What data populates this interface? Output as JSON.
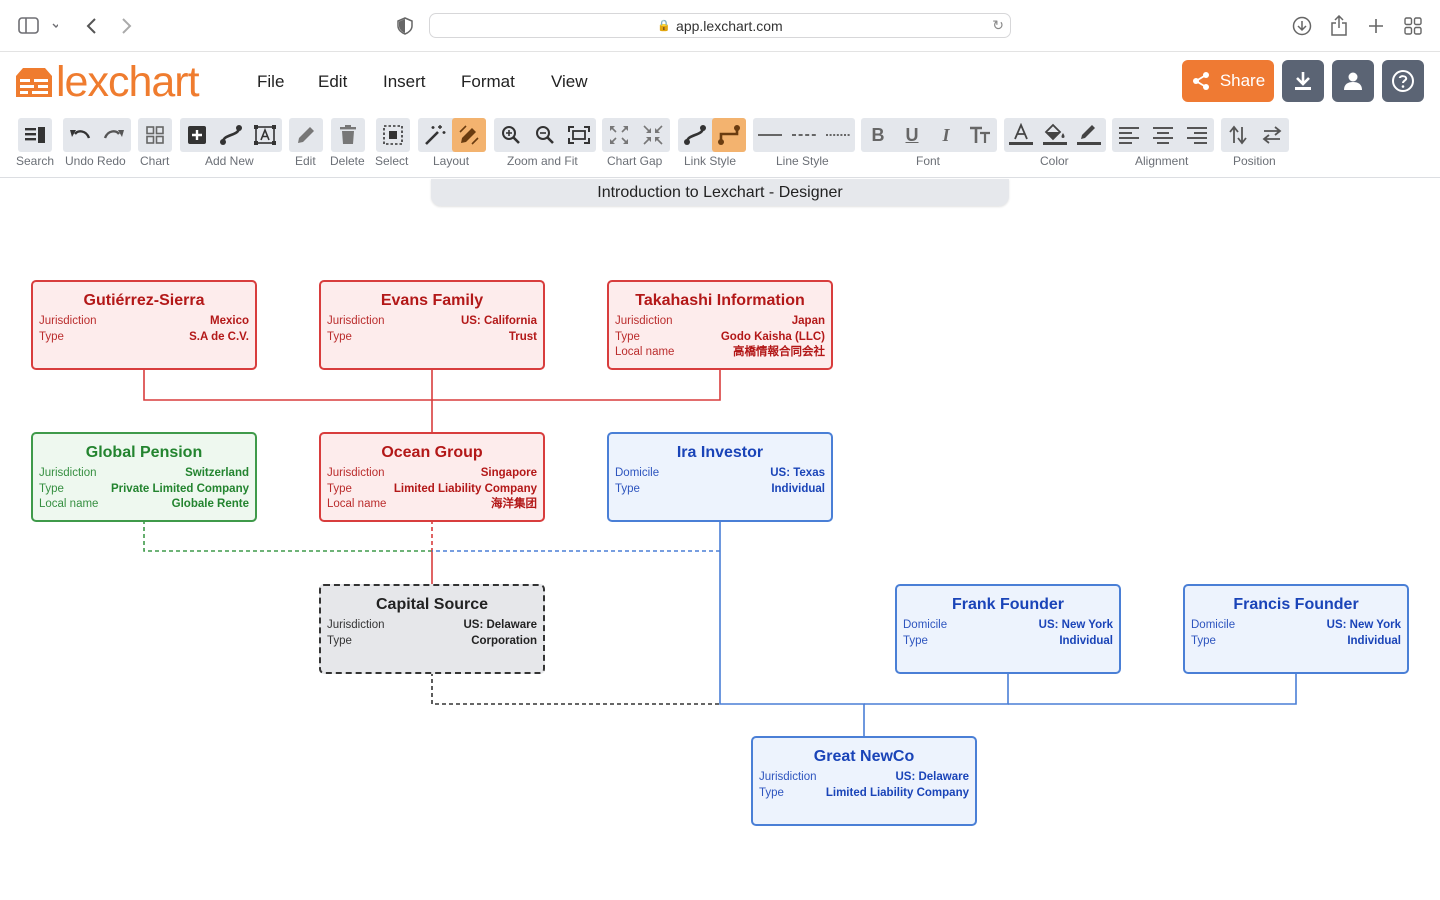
{
  "browser": {
    "url": "app.lexchart.com"
  },
  "app": {
    "logo_text": "lexchart",
    "menu": [
      "File",
      "Edit",
      "Insert",
      "Format",
      "View"
    ],
    "share_label": "Share"
  },
  "toolbar": {
    "labels": {
      "search": "Search",
      "undo_redo": "Undo Redo",
      "chart": "Chart",
      "add_new": "Add New",
      "edit": "Edit",
      "delete": "Delete",
      "select": "Select",
      "layout": "Layout",
      "zoom_fit": "Zoom and Fit",
      "chart_gap": "Chart Gap",
      "link_style": "Link Style",
      "line_style": "Line Style",
      "font": "Font",
      "color": "Color",
      "alignment": "Alignment",
      "position": "Position"
    }
  },
  "chart_title": "Introduction to Lexchart - Designer",
  "colors": {
    "accent": "#ef7a33",
    "red": "#d83d3d",
    "green": "#3f9a4a",
    "blue": "#4a7fd6",
    "gray_dashed": "#333333"
  },
  "nodes": {
    "gutierrez": {
      "title": "Gutiérrez-Sierra",
      "rows": [
        [
          "Jurisdiction",
          "Mexico"
        ],
        [
          "Type",
          "S.A de C.V."
        ]
      ]
    },
    "evans": {
      "title": "Evans Family",
      "rows": [
        [
          "Jurisdiction",
          "US: California"
        ],
        [
          "Type",
          "Trust"
        ]
      ]
    },
    "takahashi": {
      "title": "Takahashi Information",
      "rows": [
        [
          "Jurisdiction",
          "Japan"
        ],
        [
          "Type",
          "Godo Kaisha (LLC)"
        ],
        [
          "Local name",
          "高橋情報合同会社"
        ]
      ]
    },
    "global_pension": {
      "title": "Global Pension",
      "rows": [
        [
          "Jurisdiction",
          "Switzerland"
        ],
        [
          "Type",
          "Private Limited Company"
        ],
        [
          "Local name",
          "Globale Rente"
        ]
      ]
    },
    "ocean": {
      "title": "Ocean Group",
      "rows": [
        [
          "Jurisdiction",
          "Singapore"
        ],
        [
          "Type",
          "Limited Liability Company"
        ],
        [
          "Local name",
          "海洋集团"
        ]
      ]
    },
    "ira": {
      "title": "Ira Investor",
      "rows": [
        [
          "Domicile",
          "US: Texas"
        ],
        [
          "Type",
          "Individual"
        ]
      ]
    },
    "capital": {
      "title": "Capital Source",
      "rows": [
        [
          "Jurisdiction",
          "US: Delaware"
        ],
        [
          "Type",
          "Corporation"
        ]
      ]
    },
    "frank": {
      "title": "Frank Founder",
      "rows": [
        [
          "Domicile",
          "US: New York"
        ],
        [
          "Type",
          "Individual"
        ]
      ]
    },
    "francis": {
      "title": "Francis Founder",
      "rows": [
        [
          "Domicile",
          "US: New York"
        ],
        [
          "Type",
          "Individual"
        ]
      ]
    },
    "newco": {
      "title": "Great NewCo",
      "rows": [
        [
          "Jurisdiction",
          "US: Delaware"
        ],
        [
          "Type",
          "Limited Liability Company"
        ]
      ]
    }
  }
}
